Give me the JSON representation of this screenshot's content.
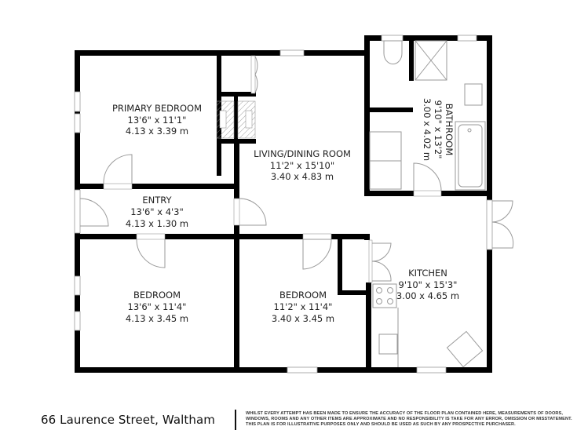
{
  "floorplan": {
    "rooms": [
      {
        "id": "primary-bedroom",
        "name": "PRIMARY BEDROOM",
        "imperial": "13'6\" x 11'1\"",
        "metric": "4.13 x 3.39 m"
      },
      {
        "id": "living-dining",
        "name": "LIVING/DINING ROOM",
        "imperial": "11'2\" x 15'10\"",
        "metric": "3.40 x 4.83 m"
      },
      {
        "id": "bathroom",
        "name": "BATHROOM",
        "imperial": "9'10\" x 13'2\"",
        "metric": "3.00 x 4.02 m"
      },
      {
        "id": "entry",
        "name": "ENTRY",
        "imperial": "13'6\" x 4'3\"",
        "metric": "4.13 x 1.30 m"
      },
      {
        "id": "bedroom-1",
        "name": "BEDROOM",
        "imperial": "13'6\" x 11'4\"",
        "metric": "4.13 x 3.45 m"
      },
      {
        "id": "bedroom-2",
        "name": "BEDROOM",
        "imperial": "11'2\" x 11'4\"",
        "metric": "3.40 x 3.45 m"
      },
      {
        "id": "kitchen",
        "name": "KITCHEN",
        "imperial": "9'10\" x 15'3\"",
        "metric": "3.00 x 4.65 m"
      }
    ],
    "colors": {
      "wall": "#000000",
      "fixture": "#9a9a9a",
      "background": "#ffffff"
    }
  },
  "footer": {
    "address": "66 Laurence Street, Waltham",
    "disclaimer": "Whilst every attempt has been made to ensure the accuracy of the floor plan contained here, measurements of doors, windows, rooms and any other items are approximate and no responsibility is take for any error, omission or misstatement. This plan is for illustrative purposes only and should be used as such by any prospective purchaser."
  }
}
